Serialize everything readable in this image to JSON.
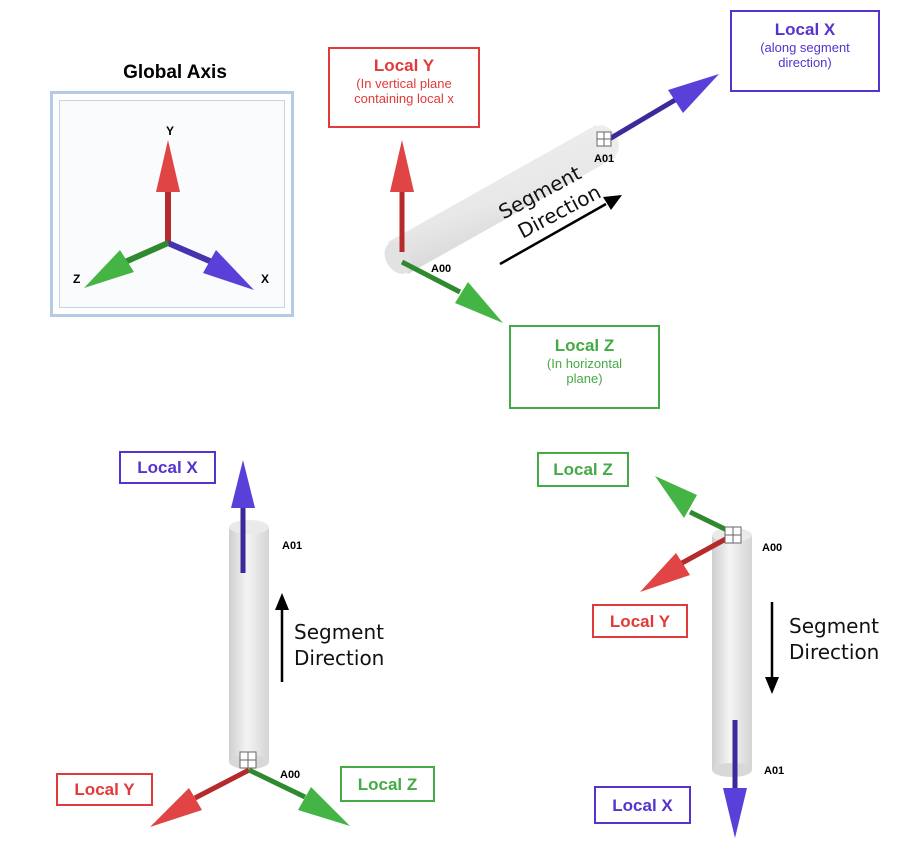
{
  "global_axis": {
    "title": "Global Axis",
    "axes": {
      "y": "Y",
      "z": "Z",
      "x": "X"
    }
  },
  "colors": {
    "x": "#5533cc",
    "y": "#dd3333",
    "z": "#44aa44",
    "segment": "#e6e6e6"
  },
  "panel_top_right": {
    "local_y": {
      "title": "Local Y",
      "sub1": "(In vertical plane",
      "sub2": "containing local x"
    },
    "local_x": {
      "title": "Local X",
      "sub1": "(along segment",
      "sub2": "direction)"
    },
    "local_z": {
      "title": "Local Z",
      "sub1": "(In horizontal",
      "sub2": "plane)"
    },
    "node_start": "A00",
    "node_end": "A01",
    "direction_1": "Segment",
    "direction_2": "Direction"
  },
  "panel_bottom_left": {
    "local_x": "Local X",
    "local_y": "Local Y",
    "local_z": "Local Z",
    "node_top": "A01",
    "node_bottom": "A00",
    "direction_1": "Segment",
    "direction_2": "Direction"
  },
  "panel_bottom_right": {
    "local_z": "Local Z",
    "local_y": "Local Y",
    "local_x": "Local X",
    "node_top": "A00",
    "node_bottom": "A01",
    "direction_1": "Segment",
    "direction_2": "Direction"
  }
}
